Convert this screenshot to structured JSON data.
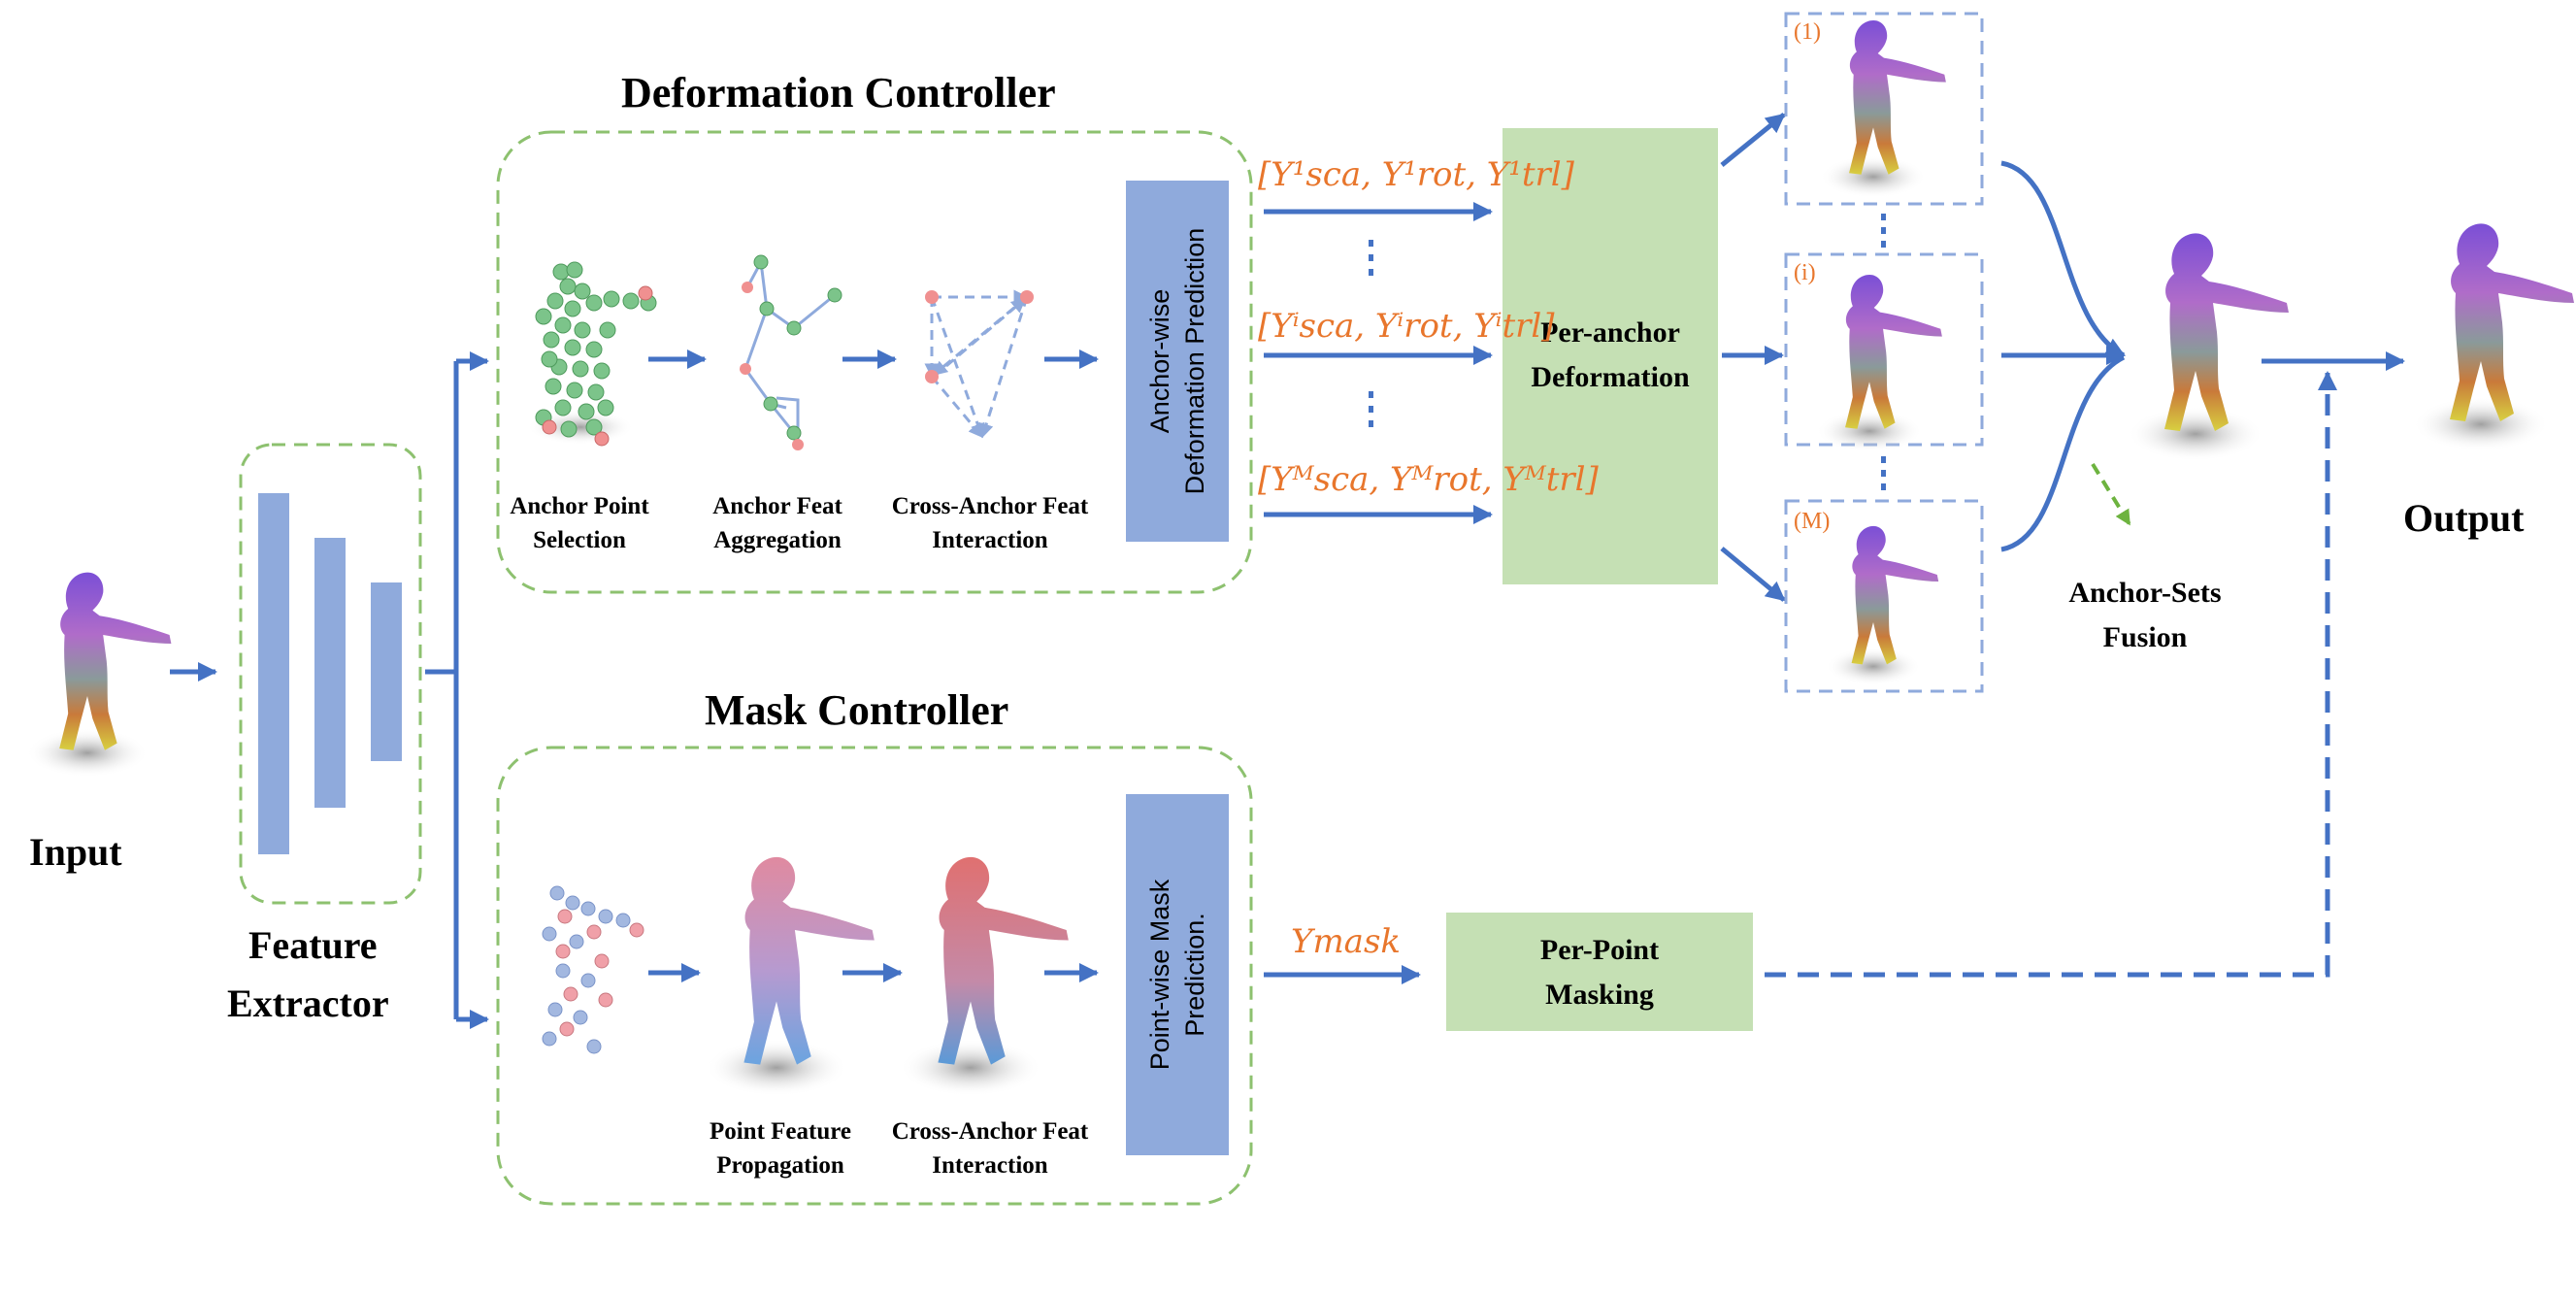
{
  "title_deformation": "Deformation Controller",
  "title_mask": "Mask Controller",
  "input_label": "Input",
  "feature_extractor": [
    "Feature",
    "Extractor"
  ],
  "output_label": "Output",
  "deformation_steps": [
    [
      "Anchor Point",
      "Selection"
    ],
    [
      "Anchor Feat",
      "Aggregation"
    ],
    [
      "Cross-Anchor Feat",
      "Interaction"
    ]
  ],
  "mask_steps": [
    [
      "Point Feature",
      "Propagation"
    ],
    [
      "Cross-Anchor Feat",
      "Interaction"
    ]
  ],
  "anchor_prediction": [
    "Anchor-wise",
    "Deformation Prediction"
  ],
  "mask_prediction": [
    "Point-wise Mask",
    "Prediction."
  ],
  "per_anchor": [
    "Per-anchor",
    "Deformation"
  ],
  "per_point": [
    "Per-Point",
    "Masking"
  ],
  "fusion": [
    "Anchor-Sets",
    "Fusion"
  ],
  "params": {
    "first": "[Υ¹sca, Υ¹rot, Υ¹trl]",
    "ith": "[Υⁱsca, Υⁱrot, Υⁱtrl]",
    "last": "[Υᴹsca, Υᴹrot, Υᴹtrl]",
    "mask": "Υmask"
  },
  "anchor_indices": [
    "(1)",
    "(i)",
    "(M)"
  ],
  "colors": {
    "arrow": "#4472c4",
    "dashed_box": "#8dc16f",
    "encoder_bar": "#8faadc",
    "prediction_box": "#8faadc",
    "green_box": "#c5e0b4",
    "param_text": "#e8762c",
    "anchor_box": "#8faadc"
  }
}
